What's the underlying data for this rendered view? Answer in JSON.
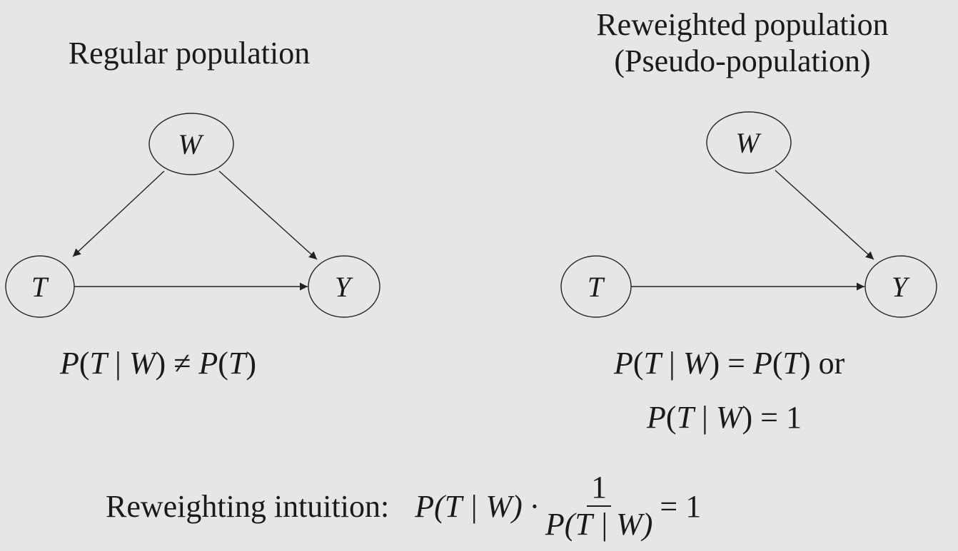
{
  "left_panel": {
    "title": "Regular population",
    "nodes": {
      "W": "W",
      "T": "T",
      "Y": "Y"
    },
    "equation": {
      "p": "P",
      "open": "(",
      "t": "T",
      "bar": " | ",
      "w": "W",
      "close": ")",
      "rel": " ≠ ",
      "p2": "P",
      "open2": "(",
      "t2": "T",
      "close2": ")"
    }
  },
  "right_panel": {
    "title_line1": "Reweighted population",
    "title_line2": "(Pseudo-population)",
    "nodes": {
      "W": "W",
      "T": "T",
      "Y": "Y"
    },
    "equation1": {
      "p": "P",
      "open": "(",
      "t": "T",
      "bar": " | ",
      "w": "W",
      "close": ")",
      "rel": " = ",
      "p2": "P",
      "open2": "(",
      "t2": "T",
      "close2": ")",
      "or": " or"
    },
    "equation2": {
      "p": "P",
      "open": "(",
      "t": "T",
      "bar": " | ",
      "w": "W",
      "close": ")",
      "rel": " = ",
      "one": "1"
    }
  },
  "intuition": {
    "label": "Reweighting intuition:",
    "lhs": "P(T | W) ·",
    "numerator": "1",
    "denominator": "P(T | W)",
    "rhs": "= 1"
  },
  "edges": {
    "left": [
      [
        "W",
        "T"
      ],
      [
        "W",
        "Y"
      ],
      [
        "T",
        "Y"
      ]
    ],
    "right": [
      [
        "W",
        "Y"
      ],
      [
        "T",
        "Y"
      ]
    ]
  }
}
